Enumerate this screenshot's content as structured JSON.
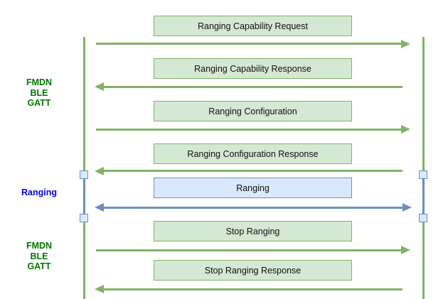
{
  "diagram": {
    "type": "sequence-protocol-diagram",
    "side_labels": [
      {
        "text": "FMDN\nBLE\nGATT",
        "color": "#007700"
      },
      {
        "text": "Ranging",
        "color": "#0000ee"
      },
      {
        "text": "FMDN\nBLE\nGATT",
        "color": "#007700"
      }
    ],
    "messages": [
      {
        "label": "Ranging Capability Request",
        "direction": "right",
        "theme": "green"
      },
      {
        "label": "Ranging Capability Response",
        "direction": "left",
        "theme": "green"
      },
      {
        "label": "Ranging Configuration",
        "direction": "right",
        "theme": "green"
      },
      {
        "label": "Ranging Configuration Response",
        "direction": "left",
        "theme": "green"
      },
      {
        "label": "Ranging",
        "direction": "both",
        "theme": "blue"
      },
      {
        "label": "Stop Ranging",
        "direction": "right",
        "theme": "green"
      },
      {
        "label": "Stop Ranging Response",
        "direction": "left",
        "theme": "green"
      }
    ],
    "colors": {
      "green_fill": "#d5e8d4",
      "green_stroke": "#82b366",
      "blue_fill": "#dae8fc",
      "blue_stroke": "#6c8ebf",
      "label_green": "#007700",
      "label_blue": "#0000ee",
      "box_text": "#111111",
      "background": "#ffffff"
    }
  }
}
